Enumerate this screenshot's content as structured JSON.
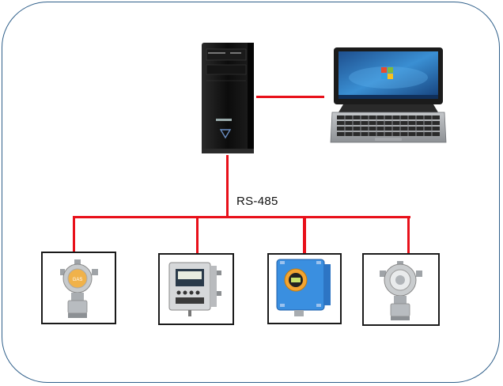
{
  "diagram": {
    "bus_label": "RS-485",
    "line_color": "#e8101a",
    "frame_color": "#2f5f8a",
    "nodes": [
      {
        "id": "pc",
        "icon": "desktop-tower-icon"
      },
      {
        "id": "laptop",
        "icon": "laptop-icon"
      },
      {
        "id": "detector-1",
        "icon": "gas-detector-explosion-proof-icon"
      },
      {
        "id": "detector-2",
        "icon": "gas-controller-panel-icon"
      },
      {
        "id": "detector-3",
        "icon": "gas-detector-blue-box-icon"
      },
      {
        "id": "detector-4",
        "icon": "gas-detector-explosion-proof-icon"
      }
    ],
    "edges": [
      {
        "from": "pc",
        "to": "laptop"
      },
      {
        "from": "pc",
        "to": "bus"
      },
      {
        "from": "bus",
        "to": "detector-1"
      },
      {
        "from": "bus",
        "to": "detector-2"
      },
      {
        "from": "bus",
        "to": "detector-3"
      },
      {
        "from": "bus",
        "to": "detector-4"
      }
    ]
  }
}
